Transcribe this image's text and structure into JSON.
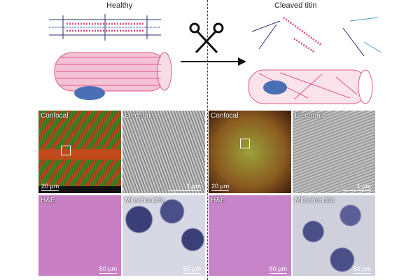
{
  "headers": {
    "healthy": "Healthy",
    "cleaved": "Cleaved titin"
  },
  "panels": [
    {
      "label": "Confocal",
      "scale": "20 µm"
    },
    {
      "label": "Electronic",
      "scale": "1 µm"
    },
    {
      "label": "Confocal",
      "scale": "20 µm"
    },
    {
      "label": "Electronic",
      "scale": "1 µm"
    },
    {
      "label": "H&E",
      "scale": "50 µm"
    },
    {
      "label": "Mitochondria",
      "scale": "50 µm"
    },
    {
      "label": "H&E",
      "scale": "50 µm"
    },
    {
      "label": "Mitochondria",
      "scale": "50 µm"
    }
  ],
  "colors": {
    "pink": "#e0578a",
    "blue": "#4a6fb5",
    "navy": "#2a2f6e"
  }
}
